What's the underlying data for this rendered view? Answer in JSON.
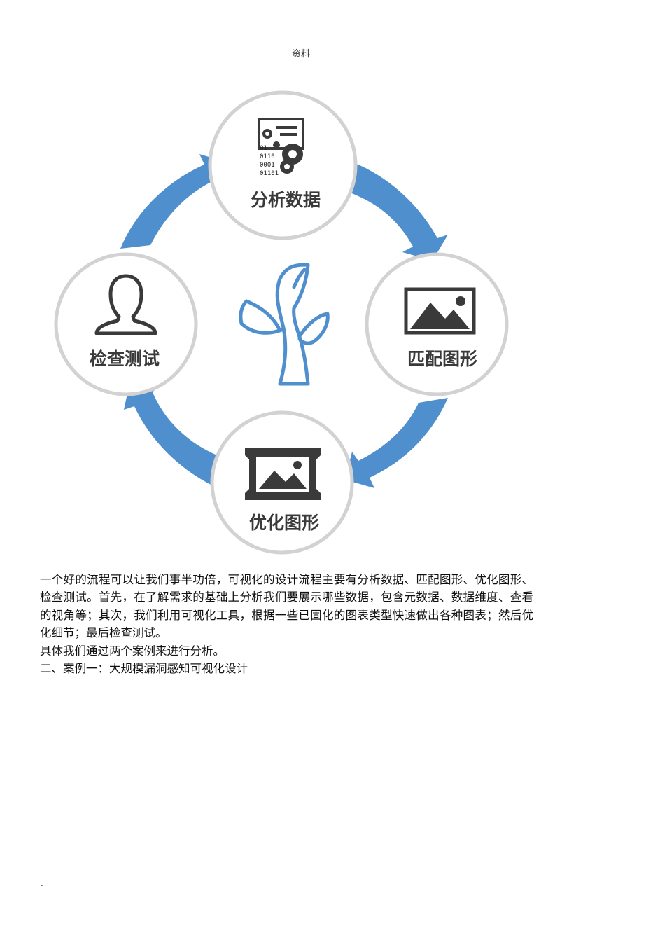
{
  "header": {
    "title": "资料"
  },
  "diagram": {
    "nodes": [
      {
        "label": "分析数据",
        "icon": "data-analysis-icon"
      },
      {
        "label": "匹配图形",
        "icon": "picture-icon"
      },
      {
        "label": "优化图形",
        "icon": "framed-picture-icon"
      },
      {
        "label": "检查测试",
        "icon": "person-icon"
      }
    ],
    "center_icon": "sprout-icon",
    "code_lines": [
      "01",
      "0110",
      "0001",
      "01101"
    ],
    "colors": {
      "arrow": "#4f8fce",
      "ring": "#d2d2d2",
      "icon": "#3a3a3a",
      "sprout": "#4f8fce"
    }
  },
  "body": {
    "paragraph1": "一个好的流程可以让我们事半功倍，可视化的设计流程主要有分析数据、匹配图形、优化图形、检查测试。首先，在了解需求的基础上分析我们要展示哪些数据，包含元数据、数据维度、查看的视角等；其次，我们利用可视化工具，根据一些已固化的图表类型快速做出各种图表；然后优化细节；最后检查测试。",
    "paragraph2": "具体我们通过两个案例来进行分析。",
    "heading": "二、案例一：大规模漏洞感知可视化设计"
  },
  "footer": {
    "mark": "."
  }
}
